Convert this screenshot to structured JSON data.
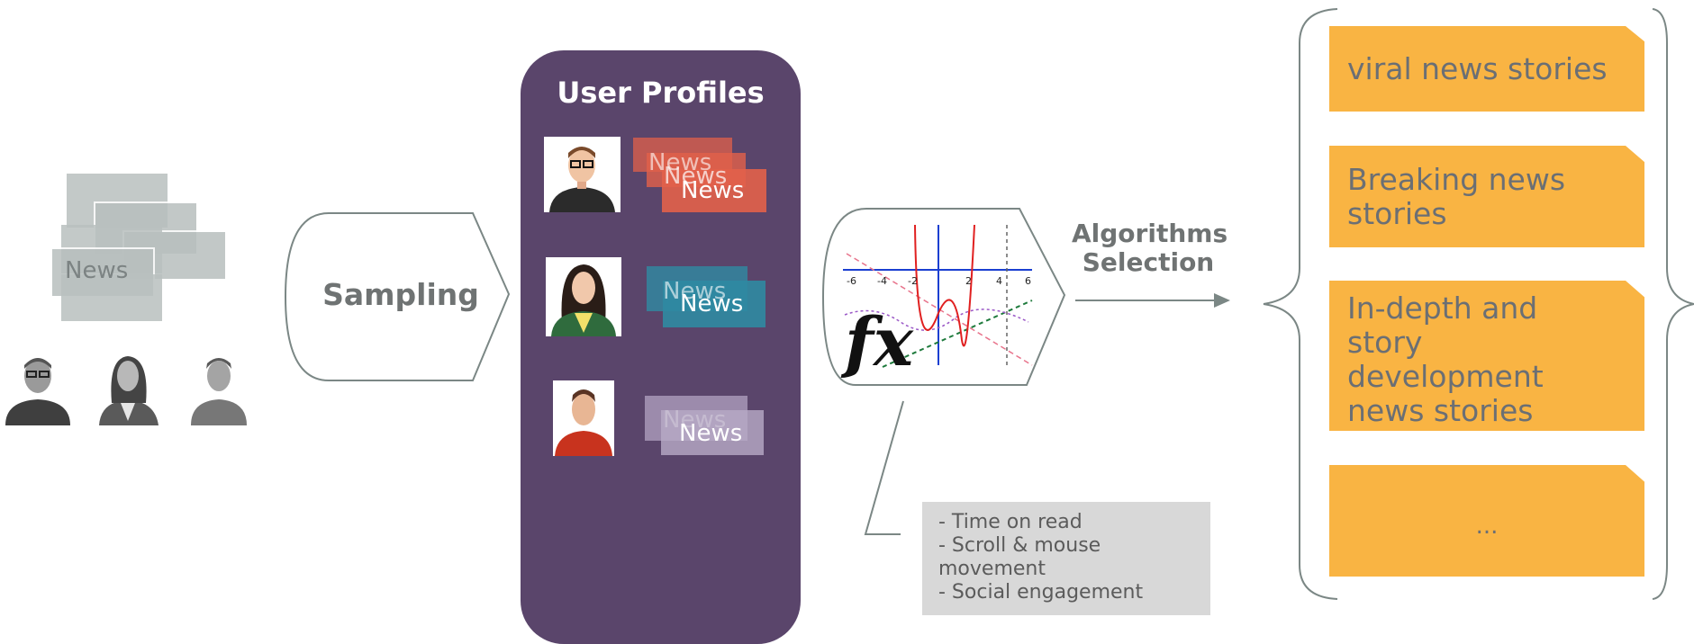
{
  "sampling": {
    "label": "Sampling"
  },
  "profiles": {
    "title": "User Profiles",
    "users": [
      {
        "name": "user-1",
        "news_label": "News",
        "news_color": "#e2604a"
      },
      {
        "name": "user-2",
        "news_label": "News",
        "news_color": "#2f8aa2"
      },
      {
        "name": "user-3",
        "news_label": "News",
        "news_color": "#b8aac7"
      }
    ]
  },
  "source": {
    "news_label": "News"
  },
  "graph": {
    "fx_label": "fx",
    "x_ticks": [
      "-6",
      "-4",
      "-2",
      "2",
      "4",
      "6"
    ]
  },
  "algorithms": {
    "label": "Algorithms\nSelection"
  },
  "metrics": {
    "text": "- Time on read\n- Scroll & mouse\nmovement\n- Social engagement"
  },
  "categories": [
    {
      "label": "viral news stories"
    },
    {
      "label": "Breaking news\nstories"
    },
    {
      "label": "In-depth and\nstory\ndevelopment\nnews stories"
    },
    {
      "label": "..."
    }
  ],
  "colors": {
    "panel": "#5a456b",
    "category": "#f9b443",
    "outline": "#7b8785",
    "metrics_bg": "#d8d8d8"
  }
}
